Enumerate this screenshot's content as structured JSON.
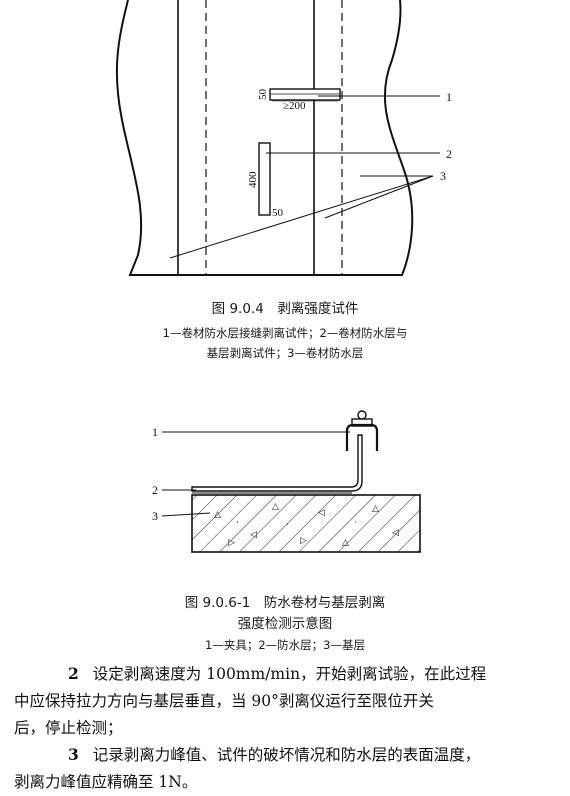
{
  "figure1": {
    "dim_50_top": "50",
    "dim_200": "≥200",
    "dim_400": "400",
    "dim_50_bottom": "50",
    "callout_1": "1",
    "callout_2": "2",
    "callout_3": "3",
    "caption": "图 9.0.4　剥离强度试件",
    "legend_line1": "1—卷材防水层接缝剥离试件；2—卷材防水层与",
    "legend_line2": "基层剥离试件；3—卷材防水层"
  },
  "figure2": {
    "callout_1": "1",
    "callout_2": "2",
    "callout_3": "3",
    "caption_line1": "图 9.0.6-1　防水卷材与基层剥离",
    "caption_line2": "强度检测示意图",
    "legend": "1—夹具；2—防水层；3—基层"
  },
  "body": {
    "item2_num": "2",
    "item2_line1": "设定剥离速度为 100mm/min，开始剥离试验，在此过程",
    "item2_line2": "中应保持拉力方向与基层垂直，当 90°剥离仪运行至限位开关",
    "item2_line3": "后，停止检测；",
    "item3_num": "3",
    "item3_line1": "记录剥离力峰值、试件的破坏情况和防水层的表面温度，",
    "item3_line2": "剥离力峰值应精确至 1N。"
  }
}
